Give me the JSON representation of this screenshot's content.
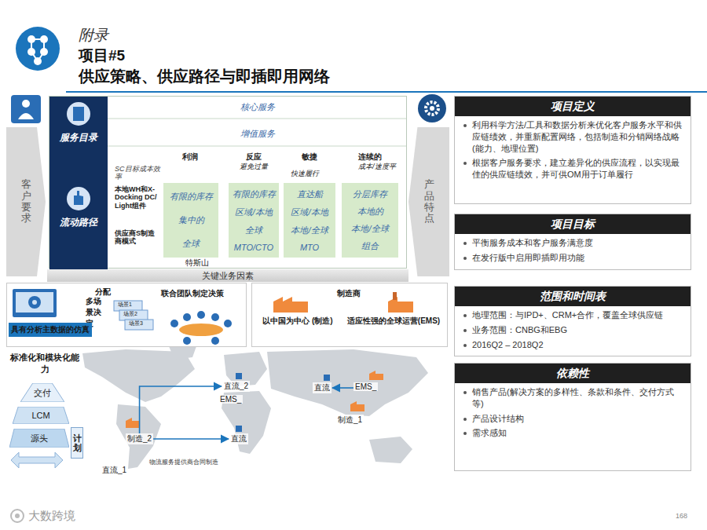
{
  "diagram": {
    "title": "供应策略、供应路径与即插即用网络",
    "nodes": [
      {
        "text": [
          "客户要求"
        ]
      },
      {
        "text": [
          "产品特点"
        ]
      },
      {
        "text": [
          "核心服务",
          "增值服务"
        ]
      },
      {
        "text": [
          "服务目录",
          "流动路径"
        ],
        "in": 2
      },
      {
        "text": [
          "有限的库存",
          "集中的",
          "全球"
        ],
        "in": 2
      },
      {
        "text": [
          "有限的库存",
          "区域/本地",
          "全球",
          "MTO/CTO"
        ],
        "in": 2
      },
      {
        "text": [
          "直达船",
          "区域/本地",
          "本地/全球",
          "MTO"
        ],
        "in": 2
      },
      {
        "text": [
          "分层库存",
          "本地的",
          "本地/全球",
          "组合"
        ],
        "in": 2
      },
      {
        "text": [
          "关键业务因素"
        ]
      },
      {
        "text": [
          "分配",
          "多场景决定",
          "联合团队制定决策"
        ]
      },
      {
        "text": [
          "具有分析主数据的仿真"
        ],
        "in": 9
      },
      {
        "text": [
          "制造商"
        ]
      },
      {
        "text": [
          "以中国为中心 (制造)"
        ],
        "in": 11
      },
      {
        "text": [
          "适应性强的全球运营(EMS)"
        ],
        "in": 11
      },
      {
        "text": [
          "标准化和模块化能力"
        ]
      },
      {
        "text": [
          "交付"
        ],
        "in": 14
      },
      {
        "text": [
          "LCM"
        ],
        "in": 14
      },
      {
        "text": [
          "源头"
        ],
        "in": 14
      },
      {
        "text": [
          "计划"
        ],
        "in": 14
      },
      {
        "text": [
          "直流_2"
        ]
      },
      {
        "text": [
          "EMS_"
        ]
      },
      {
        "text": [
          "直流"
        ]
      },
      {
        "text": [
          "EMS_"
        ]
      },
      {
        "text": [
          "制造_1"
        ]
      },
      {
        "text": [
          "制造_2"
        ]
      },
      {
        "text": [
          "直流"
        ]
      },
      {
        "text": [
          "直流_1"
        ]
      },
      {
        "text": [
          "项目定义",
          "利用科学方法/工具和数据分析来优化客户服务水平和供应链绩效，并重新配置网络，包括制造和分销网络战略(能力、地理位置)",
          "根据客户服务要求，建立差异化的供应流程，以实现最佳的供应链绩效，并可供OM用于订单履行"
        ]
      },
      {
        "text": [
          "项目目标",
          "平衡服务成本和客户服务满意度",
          "在发行版中启用即插即用功能"
        ]
      },
      {
        "text": [
          "范围和时间表",
          "地理范围：与IPD+、CRM+合作，覆盖全球供应链",
          "业务范围：CNBG和EBG",
          "2016Q2 – 2018Q2"
        ]
      },
      {
        "text": [
          "依赖性",
          "销售产品(解决方案的多样性、条款和条件、交付方式等)",
          "产品设计结构",
          "需求感知"
        ]
      }
    ],
    "edges": [
      {
        "from": 24,
        "to": 19,
        "arrow": "to"
      },
      {
        "from": 24,
        "to": 25,
        "arrow": "to"
      },
      {
        "from": 22,
        "to": 21,
        "arrow": "to"
      }
    ],
    "labels": [
      "附录",
      "项目#5",
      "SC目标成本效率",
      "本地WH和X-Docking DC/ Light组件",
      "供应商S制造商模式",
      "利润",
      "反应",
      "避免过量",
      "敏捷",
      "快速履行",
      "连续的",
      "成本/速度平",
      "特斯山",
      "场景1",
      "场景2",
      "场景3",
      "物流服务提供商合同制造",
      "大数跨境",
      "168"
    ]
  }
}
